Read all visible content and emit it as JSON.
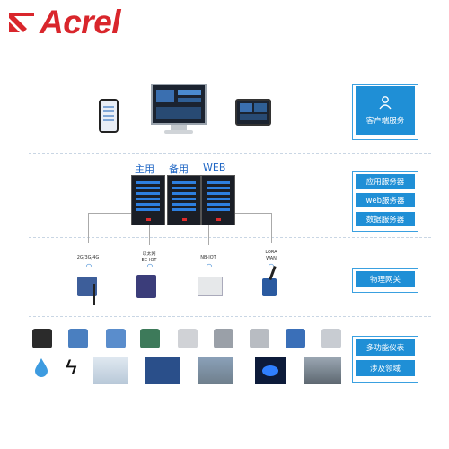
{
  "brand": {
    "name": "Acrel",
    "color": "#d9262c"
  },
  "servers": {
    "labels": [
      "主用",
      "备用",
      "WEB"
    ]
  },
  "gateways": [
    {
      "label": "2G/3G/4G"
    },
    {
      "label": "以太网\nEC-IOT"
    },
    {
      "label": "NB-IOT"
    },
    {
      "label": "LORA\nWAN"
    }
  ],
  "right_panel": {
    "client_service": "客户端服务",
    "app_server": "应用服务器",
    "web_server": "web服务器",
    "data_server": "数据服务器",
    "iot_gateway": "物理网关",
    "multi_meter": "多功能仪表",
    "fields": "涉及领域"
  },
  "colors": {
    "accent": "#1f8fd6",
    "server_label": "#1f66c4"
  },
  "icons": [
    "user-icon",
    "wifi-icon",
    "water-drop-icon",
    "lightning-icon"
  ]
}
